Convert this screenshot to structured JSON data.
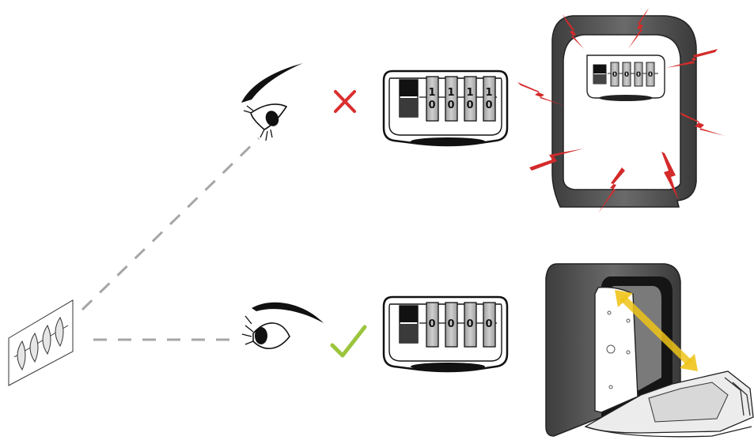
{
  "diagram": {
    "top_view": {
      "verdict_icon": "cross-icon",
      "verdict_color": "#dc2f2f",
      "dial_digits_top": [
        "1",
        "1",
        "1",
        "1"
      ],
      "dial_digits_bottom": [
        "0",
        "0",
        "0",
        "0"
      ],
      "box_dial_digits": [
        "0",
        "0",
        "0",
        "0"
      ],
      "force_color": "#d42a2a"
    },
    "bottom_view": {
      "verdict_icon": "check-icon",
      "verdict_color": "#9bc53d",
      "dial_digits": [
        "0",
        "0",
        "0",
        "0"
      ],
      "open_arrow_color": "#f0c419"
    },
    "line_color": "#a6a6a6"
  }
}
